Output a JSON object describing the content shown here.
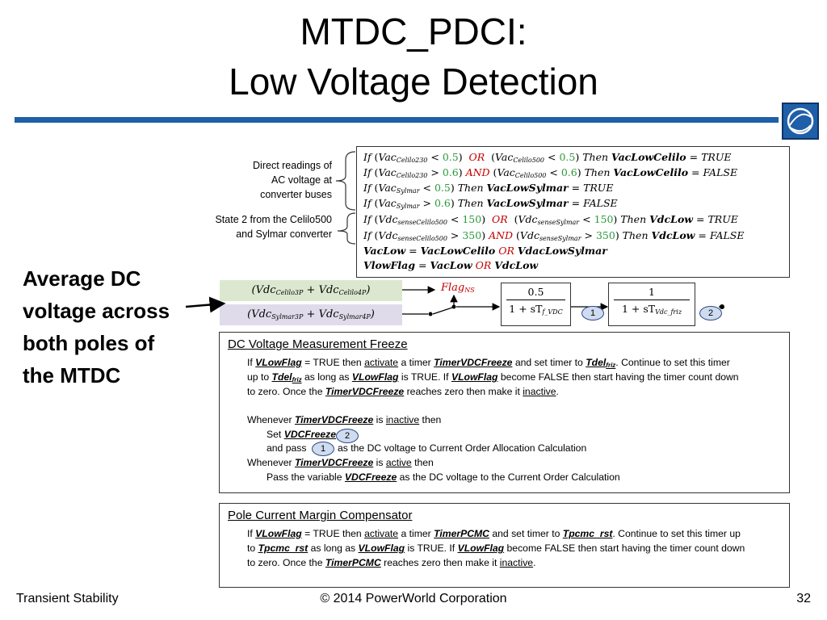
{
  "title": {
    "line1": "MTDC_PDCI:",
    "line2": "Low Voltage Detection"
  },
  "logo": "powerworld-globe-icon",
  "notes": {
    "direct_1": "Direct readings of",
    "direct_2": "AC voltage at",
    "direct_3": "converter buses",
    "state_1": "State 2 from the Celilo500",
    "state_2": "and Sylmar converter"
  },
  "average_label": [
    "Average DC",
    "voltage across",
    "both poles of",
    "the MTDC"
  ],
  "diagram": {
    "flag": "Flag",
    "flag_sub": "NS",
    "block1_num": "0.5",
    "block1_den": "1 + sT",
    "block1_den_sub": "f_VDC",
    "block2_num": "1",
    "block2_den": "1 + sT",
    "block2_den_sub": "Vdc_friz",
    "node1": "1",
    "node2": "2"
  },
  "freeze": {
    "heading": "DC Voltage Measurement Freeze",
    "l1_a": "If ",
    "l1_b": "VLowFlag",
    "l1_c": " = TRUE then ",
    "l1_d": "activate",
    "l1_e": " a timer ",
    "l1_f": "TimerVDCFreeze",
    "l1_g": " and set timer to ",
    "l1_h": "Tdel",
    "l1_i": "friz",
    "l1_j": ".  Continue to set this timer",
    "l2_a": "up to ",
    "l2_b": "Tdel",
    "l2_c": "friz",
    "l2_d": " as long as ",
    "l2_e": "VLowFlag",
    "l2_f": " is TRUE.  If ",
    "l2_g": "VLowFlag",
    "l2_h": " become FALSE then start having the timer count down",
    "l3_a": "to zero.  Once the ",
    "l3_b": "TimerVDCFreeze",
    "l3_c": " reaches zero then make it ",
    "l3_d": "inactive",
    "l3_e": ".",
    "l4_a": "Whenever ",
    "l4_b": "TimerVDCFreeze",
    "l4_c": " is ",
    "l4_d": "inactive",
    "l4_e": " then",
    "l5_a": "Set ",
    "l5_b": "VDCFreeze",
    "l5_c": " = ",
    "l5_node": "2",
    "l6_a": "and pass ",
    "l6_node": "1",
    "l6_b": " as the DC voltage to Current Order Allocation Calculation",
    "l7_a": "Whenever ",
    "l7_b": "TimerVDCFreeze",
    "l7_c": " is ",
    "l7_d": "active",
    "l7_e": " then",
    "l8_a": "Pass the variable ",
    "l8_b": "VDCFreeze",
    "l8_c": " as the DC voltage to the Current Order Calculation"
  },
  "margin": {
    "heading": "Pole Current Margin Compensator",
    "l1_a": "If ",
    "l1_b": "VLowFlag",
    "l1_c": " = TRUE then ",
    "l1_d": "activate",
    "l1_e": " a timer ",
    "l1_f": "TimerPCMC",
    "l1_g": " and set timer to ",
    "l1_h": "Tpcmc_rst",
    "l1_i": ".  Continue to set this timer up",
    "l2_a": "to ",
    "l2_b": "Tpcmc_rst",
    "l2_c": " as long as ",
    "l2_d": "VLowFlag",
    "l2_e": " is TRUE.  If ",
    "l2_f": "VLowFlag",
    "l2_g": " become FALSE then start having the timer count down",
    "l3_a": "to zero.  Once the ",
    "l3_b": "TimerPCMC",
    "l3_c": " reaches zero then make it ",
    "l3_d": "inactive",
    "l3_e": "."
  },
  "footer": {
    "left": "Transient Stability",
    "center": "© 2014 PowerWorld Corporation",
    "right": "32"
  },
  "colors": {
    "rule": "#1f5fa8",
    "value_green": "#2a9a3a",
    "keyword_red": "#c00000"
  }
}
